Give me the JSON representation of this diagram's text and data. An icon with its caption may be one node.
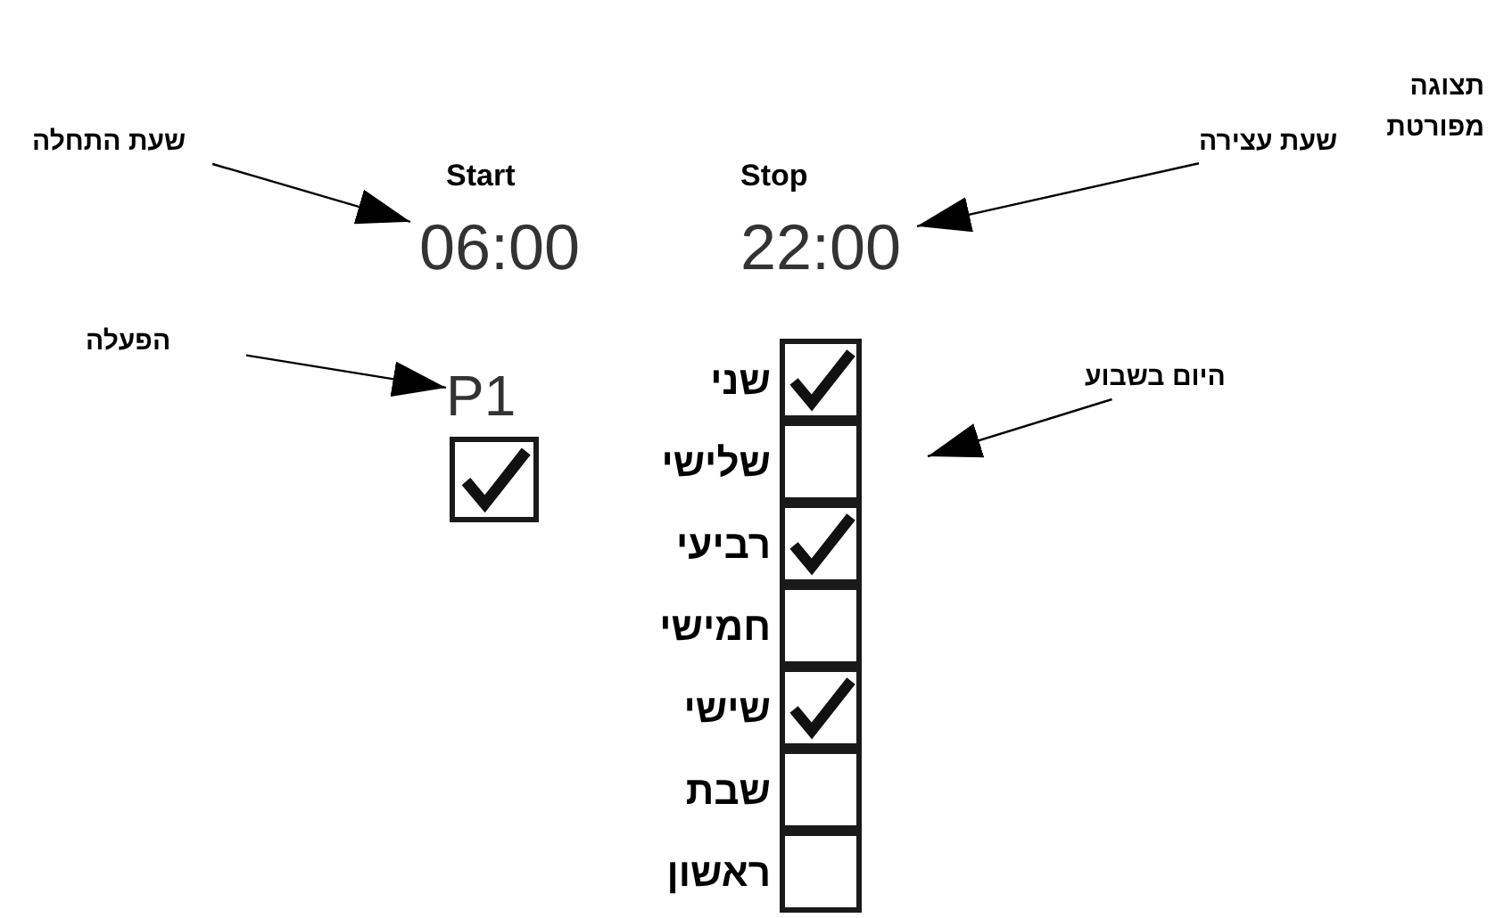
{
  "diagram": {
    "title": "תצוגה מפורטת",
    "nodes": [
      {
        "text": [
          "שעת התחלה"
        ]
      },
      {
        "text": [
          "שעת עצירה"
        ]
      },
      {
        "text": [
          "06:00"
        ]
      },
      {
        "text": [
          "22:00"
        ]
      },
      {
        "text": [
          "הפעלה"
        ]
      },
      {
        "text": [
          "P1"
        ]
      },
      {
        "text": [
          "היום בשבוע"
        ]
      },
      {
        "text": [],
        "shape": "tick"
      },
      {
        "text": [],
        "shape": "tick"
      },
      {
        "text": [],
        "shape": "box"
      },
      {
        "text": [],
        "shape": "tick"
      },
      {
        "text": [],
        "shape": "box"
      },
      {
        "text": [],
        "shape": "tick"
      },
      {
        "text": [],
        "shape": "box"
      },
      {
        "text": [],
        "shape": "box"
      }
    ],
    "edges": [
      {
        "from": 0,
        "to": 2,
        "arrow": "to"
      },
      {
        "from": 1,
        "to": 3,
        "arrow": "to"
      },
      {
        "from": 4,
        "to": 5,
        "arrow": "to"
      },
      {
        "from": 6,
        "to": null,
        "arrow": "to"
      }
    ],
    "labels": [
      "Start",
      "Stop",
      "שני",
      "שלישי",
      "רביעי",
      "חמישי",
      "שישי",
      "שבת",
      "ראשון"
    ]
  }
}
